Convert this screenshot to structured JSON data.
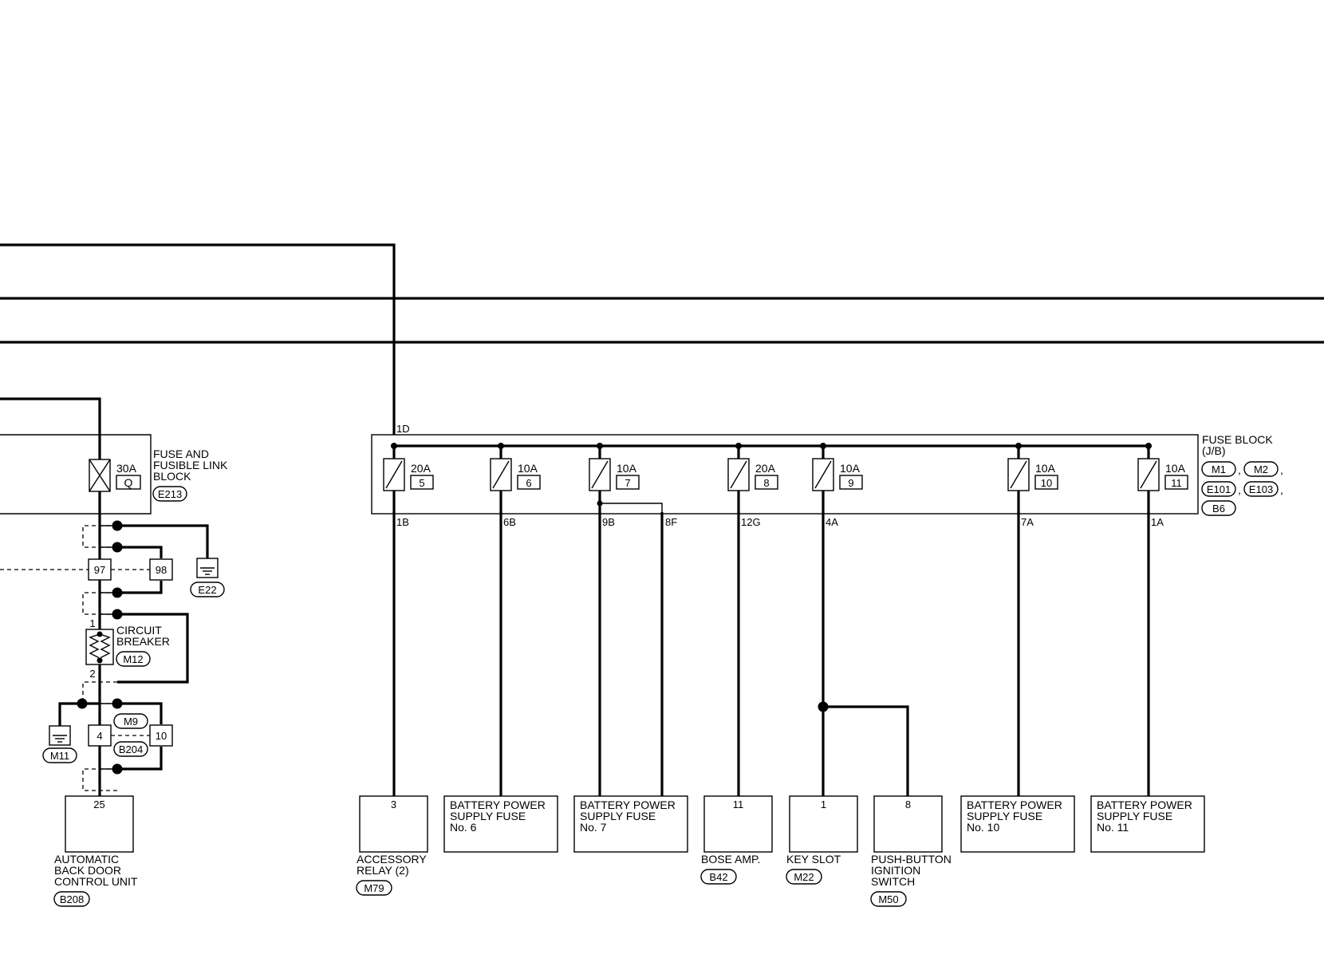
{
  "fuse_link_block": {
    "label": [
      "FUSE AND",
      "FUSIBLE LINK",
      "BLOCK"
    ],
    "rating": "30A",
    "fuse_id": "Q",
    "connector": "E213"
  },
  "left_junction": {
    "pin_97": "97",
    "pin_98": "98",
    "ground_1": "E22",
    "pin_4": "4",
    "pin_10": "10",
    "conn_m9": "M9",
    "conn_b204": "B204",
    "ground_2": "M11"
  },
  "circuit_breaker": {
    "label": [
      "CIRCUIT",
      "BREAKER"
    ],
    "pin_top": "1",
    "pin_bottom": "2",
    "connector": "M12"
  },
  "fuse_block": {
    "label": [
      "FUSE BLOCK",
      "(J/B)"
    ],
    "connectors": [
      "M1",
      "M2",
      "E101",
      "E103",
      "B6"
    ],
    "input_pin": "1D",
    "fuses": [
      {
        "rating": "20A",
        "number": "5",
        "out_pin": "1B"
      },
      {
        "rating": "10A",
        "number": "6",
        "out_pin": "6B"
      },
      {
        "rating": "10A",
        "number": "7",
        "out_pin": "9B",
        "out_pin_2": "8F"
      },
      {
        "rating": "20A",
        "number": "8",
        "out_pin": "12G"
      },
      {
        "rating": "10A",
        "number": "9",
        "out_pin": "4A"
      },
      {
        "rating": "10A",
        "number": "10",
        "out_pin": "7A"
      },
      {
        "rating": "10A",
        "number": "11",
        "out_pin": "1A"
      }
    ]
  },
  "components": [
    {
      "pin": "25",
      "inner_text": [],
      "label": [
        "AUTOMATIC",
        "BACK DOOR",
        "CONTROL UNIT"
      ],
      "connector": "B208"
    },
    {
      "pin": "3",
      "inner_text": [],
      "label": [
        "ACCESSORY",
        "RELAY (2)"
      ],
      "connector": "M79"
    },
    {
      "pin": "",
      "inner_text": [
        "BATTERY POWER",
        "SUPPLY FUSE",
        "No. 6"
      ],
      "label": [],
      "connector": ""
    },
    {
      "pin": "",
      "inner_text": [
        "BATTERY POWER",
        "SUPPLY FUSE",
        "No. 7"
      ],
      "label": [],
      "connector": ""
    },
    {
      "pin": "11",
      "inner_text": [],
      "label": [
        "BOSE AMP."
      ],
      "connector": "B42"
    },
    {
      "pin": "1",
      "inner_text": [],
      "label": [
        "KEY SLOT"
      ],
      "connector": "M22"
    },
    {
      "pin": "8",
      "inner_text": [],
      "label": [
        "PUSH-BUTTON",
        "IGNITION",
        "SWITCH"
      ],
      "connector": "M50"
    },
    {
      "pin": "",
      "inner_text": [
        "BATTERY POWER",
        "SUPPLY FUSE",
        "No. 10"
      ],
      "label": [],
      "connector": ""
    },
    {
      "pin": "",
      "inner_text": [
        "BATTERY POWER",
        "SUPPLY FUSE",
        "No. 11"
      ],
      "label": [],
      "connector": ""
    }
  ]
}
